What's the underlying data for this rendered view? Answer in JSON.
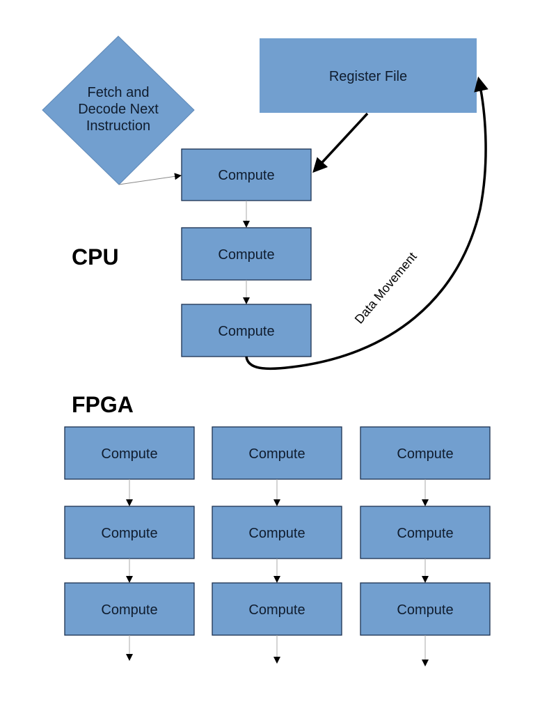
{
  "colors": {
    "box_fill": "#729fcf",
    "box_border": "#1b3150",
    "arrow": "#000000",
    "text": "#0f1c2e"
  },
  "cpu": {
    "label": "CPU",
    "fetch": {
      "line1": "Fetch and",
      "line2": "Decode Next",
      "line3": "Instruction"
    },
    "register_file": "Register File",
    "compute_boxes": [
      "Compute",
      "Compute",
      "Compute"
    ],
    "data_movement_label": "Data Movement"
  },
  "fpga": {
    "label": "FPGA",
    "columns": [
      [
        "Compute",
        "Compute",
        "Compute"
      ],
      [
        "Compute",
        "Compute",
        "Compute"
      ],
      [
        "Compute",
        "Compute",
        "Compute"
      ]
    ]
  }
}
